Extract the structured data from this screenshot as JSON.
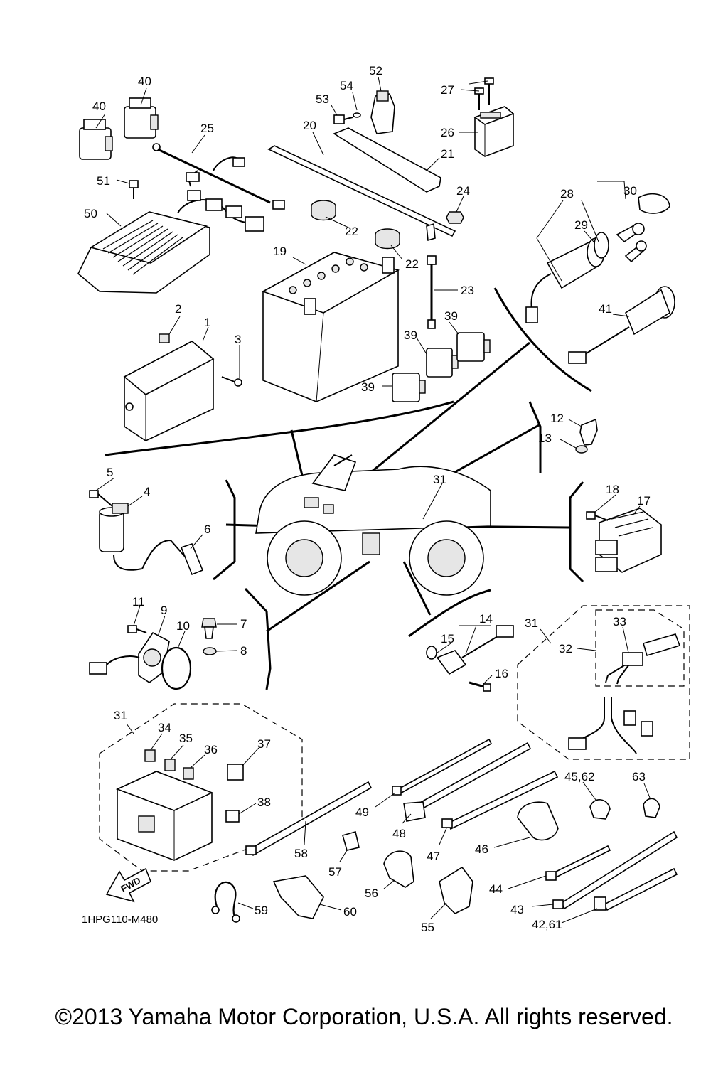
{
  "diagram": {
    "labels": [
      {
        "id": "40a",
        "text": "40"
      },
      {
        "id": "40b",
        "text": "40"
      },
      {
        "id": "25",
        "text": "25"
      },
      {
        "id": "51",
        "text": "51"
      },
      {
        "id": "50",
        "text": "50"
      },
      {
        "id": "53",
        "text": "53"
      },
      {
        "id": "54",
        "text": "54"
      },
      {
        "id": "52",
        "text": "52"
      },
      {
        "id": "20",
        "text": "20"
      },
      {
        "id": "21",
        "text": "21"
      },
      {
        "id": "22a",
        "text": "22"
      },
      {
        "id": "22b",
        "text": "22"
      },
      {
        "id": "19",
        "text": "19"
      },
      {
        "id": "27",
        "text": "27"
      },
      {
        "id": "26",
        "text": "26"
      },
      {
        "id": "24",
        "text": "24"
      },
      {
        "id": "23",
        "text": "23"
      },
      {
        "id": "28",
        "text": "28"
      },
      {
        "id": "30",
        "text": "30"
      },
      {
        "id": "29",
        "text": "29"
      },
      {
        "id": "41",
        "text": "41"
      },
      {
        "id": "39a",
        "text": "39"
      },
      {
        "id": "39b",
        "text": "39"
      },
      {
        "id": "39c",
        "text": "39"
      },
      {
        "id": "2",
        "text": "2"
      },
      {
        "id": "1",
        "text": "1"
      },
      {
        "id": "3",
        "text": "3"
      },
      {
        "id": "12",
        "text": "12"
      },
      {
        "id": "13",
        "text": "13"
      },
      {
        "id": "5",
        "text": "5"
      },
      {
        "id": "4",
        "text": "4"
      },
      {
        "id": "6",
        "text": "6"
      },
      {
        "id": "31a",
        "text": "31"
      },
      {
        "id": "18",
        "text": "18"
      },
      {
        "id": "17",
        "text": "17"
      },
      {
        "id": "11",
        "text": "11"
      },
      {
        "id": "9",
        "text": "9"
      },
      {
        "id": "10",
        "text": "10"
      },
      {
        "id": "7",
        "text": "7"
      },
      {
        "id": "8",
        "text": "8"
      },
      {
        "id": "14",
        "text": "14"
      },
      {
        "id": "15",
        "text": "15"
      },
      {
        "id": "16",
        "text": "16"
      },
      {
        "id": "31b",
        "text": "31"
      },
      {
        "id": "32",
        "text": "32"
      },
      {
        "id": "33",
        "text": "33"
      },
      {
        "id": "31c",
        "text": "31"
      },
      {
        "id": "34",
        "text": "34"
      },
      {
        "id": "35",
        "text": "35"
      },
      {
        "id": "36",
        "text": "36"
      },
      {
        "id": "37",
        "text": "37"
      },
      {
        "id": "38",
        "text": "38"
      },
      {
        "id": "49",
        "text": "49"
      },
      {
        "id": "48",
        "text": "48"
      },
      {
        "id": "47",
        "text": "47"
      },
      {
        "id": "46",
        "text": "46"
      },
      {
        "id": "45_62",
        "text": "45,62"
      },
      {
        "id": "63",
        "text": "63"
      },
      {
        "id": "58",
        "text": "58"
      },
      {
        "id": "57",
        "text": "57"
      },
      {
        "id": "56",
        "text": "56"
      },
      {
        "id": "44",
        "text": "44"
      },
      {
        "id": "43",
        "text": "43"
      },
      {
        "id": "42_61",
        "text": "42,61"
      },
      {
        "id": "59",
        "text": "59"
      },
      {
        "id": "60",
        "text": "60"
      },
      {
        "id": "55",
        "text": "55"
      }
    ],
    "fwd_text": "FWD",
    "drawing_code": "1HPG110-M480"
  },
  "footer": {
    "copyright": "©2013 Yamaha Motor Corporation, U.S.A. All rights reserved."
  }
}
